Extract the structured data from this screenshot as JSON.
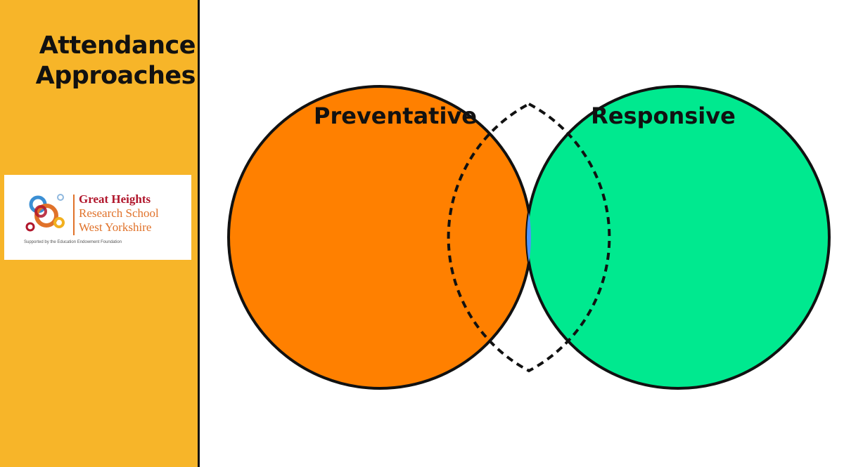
{
  "slide": {
    "title_lines": [
      "Attendance",
      "Approaches"
    ]
  },
  "logo": {
    "line1": "Great Heights",
    "line2": "Research School",
    "line3": "West Yorkshire",
    "tagline": "Supported by the Education Endowment Foundation"
  },
  "venn": {
    "left_label": "Preventative",
    "right_label": "Responsive",
    "colors": {
      "left": "#ff8000",
      "right": "#00e98f",
      "overlap": "#4e95fa",
      "sidebar": "#f7b529"
    }
  }
}
